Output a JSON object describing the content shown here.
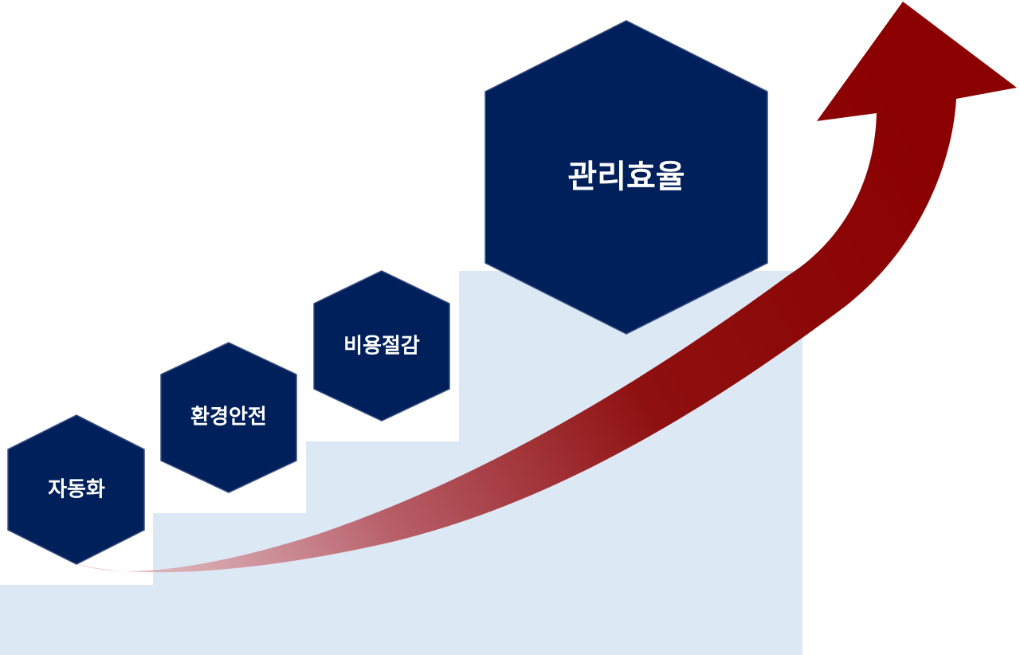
{
  "colors": {
    "hexagon_fill": "#00205B",
    "hexagon_stroke": "#3A4F80",
    "label": "#FFFFFF",
    "step_fill": "#DDE8F5",
    "arrow_dark": "#8B0000",
    "arrow_light": "#E8B8BC"
  },
  "steps": [
    {
      "label": "자동화"
    },
    {
      "label": "환경안전"
    },
    {
      "label": "비용절감"
    },
    {
      "label": "관리효율"
    }
  ],
  "arrow": {
    "direction": "up-right",
    "meaning": "growth"
  }
}
